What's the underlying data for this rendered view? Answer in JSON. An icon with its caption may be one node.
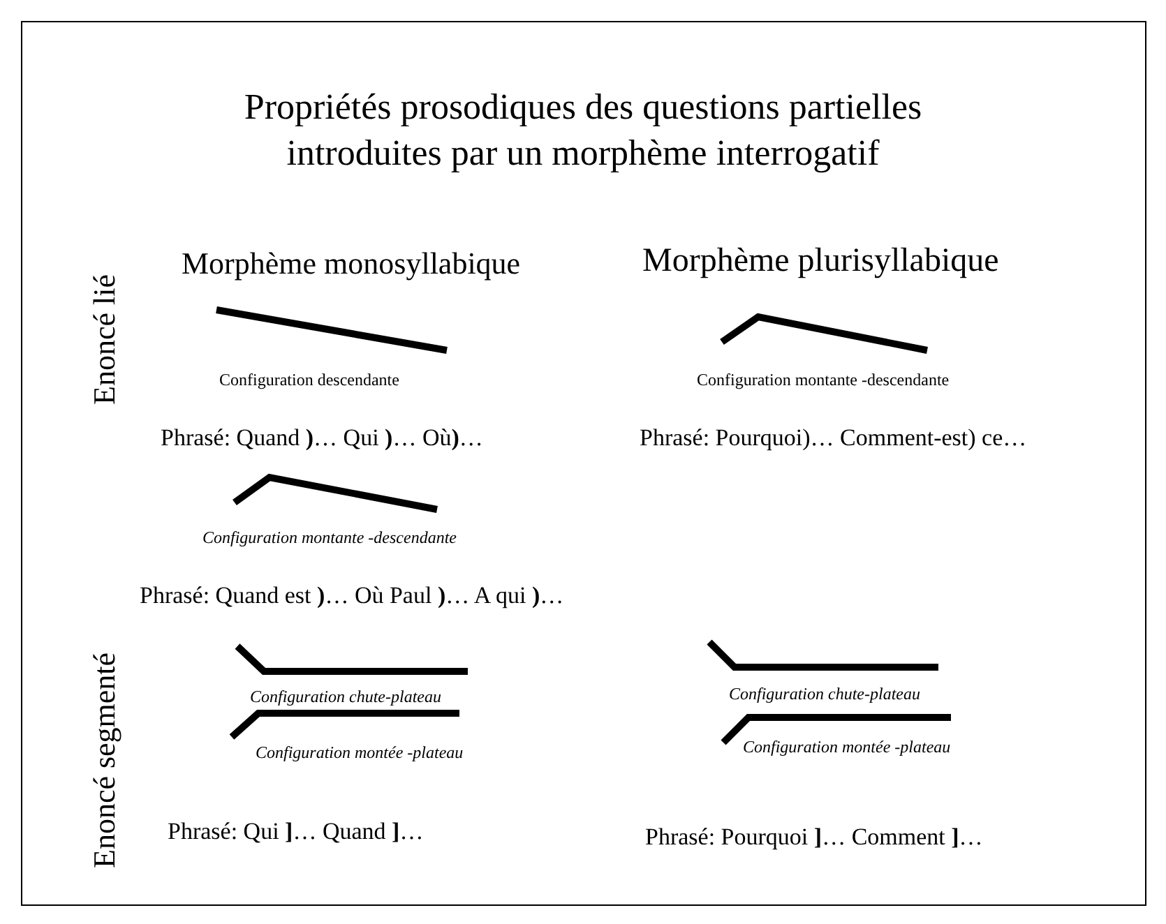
{
  "diagram": {
    "title": "Propriétés prosodiques des questions partielles introduites par un morphème interrogatif",
    "labels": [
      "Morphème monosyllabique",
      "Morphème plurisyllabique",
      "Enoncé lié",
      "Configuration descendante",
      "Configuration montante -descendante",
      "Phrasé: Quand **)**… Qui **)**… Où**)**…",
      "Phrasé: Pourquoi)… Comment-est) ce…",
      "Configuration montante -descendante",
      "Phrasé: Quand est **)**… Où Paul **)**… A qui **)**…",
      "Enoncé segmenté",
      "Configuration chute-plateau",
      "Configuration chute-plateau",
      "Configuration montée -plateau",
      "Configuration montée -plateau",
      "Phrasé: Qui **]**… Quand **]**…",
      "Phrasé: Pourquoi **]**… Comment **]**…"
    ]
  }
}
